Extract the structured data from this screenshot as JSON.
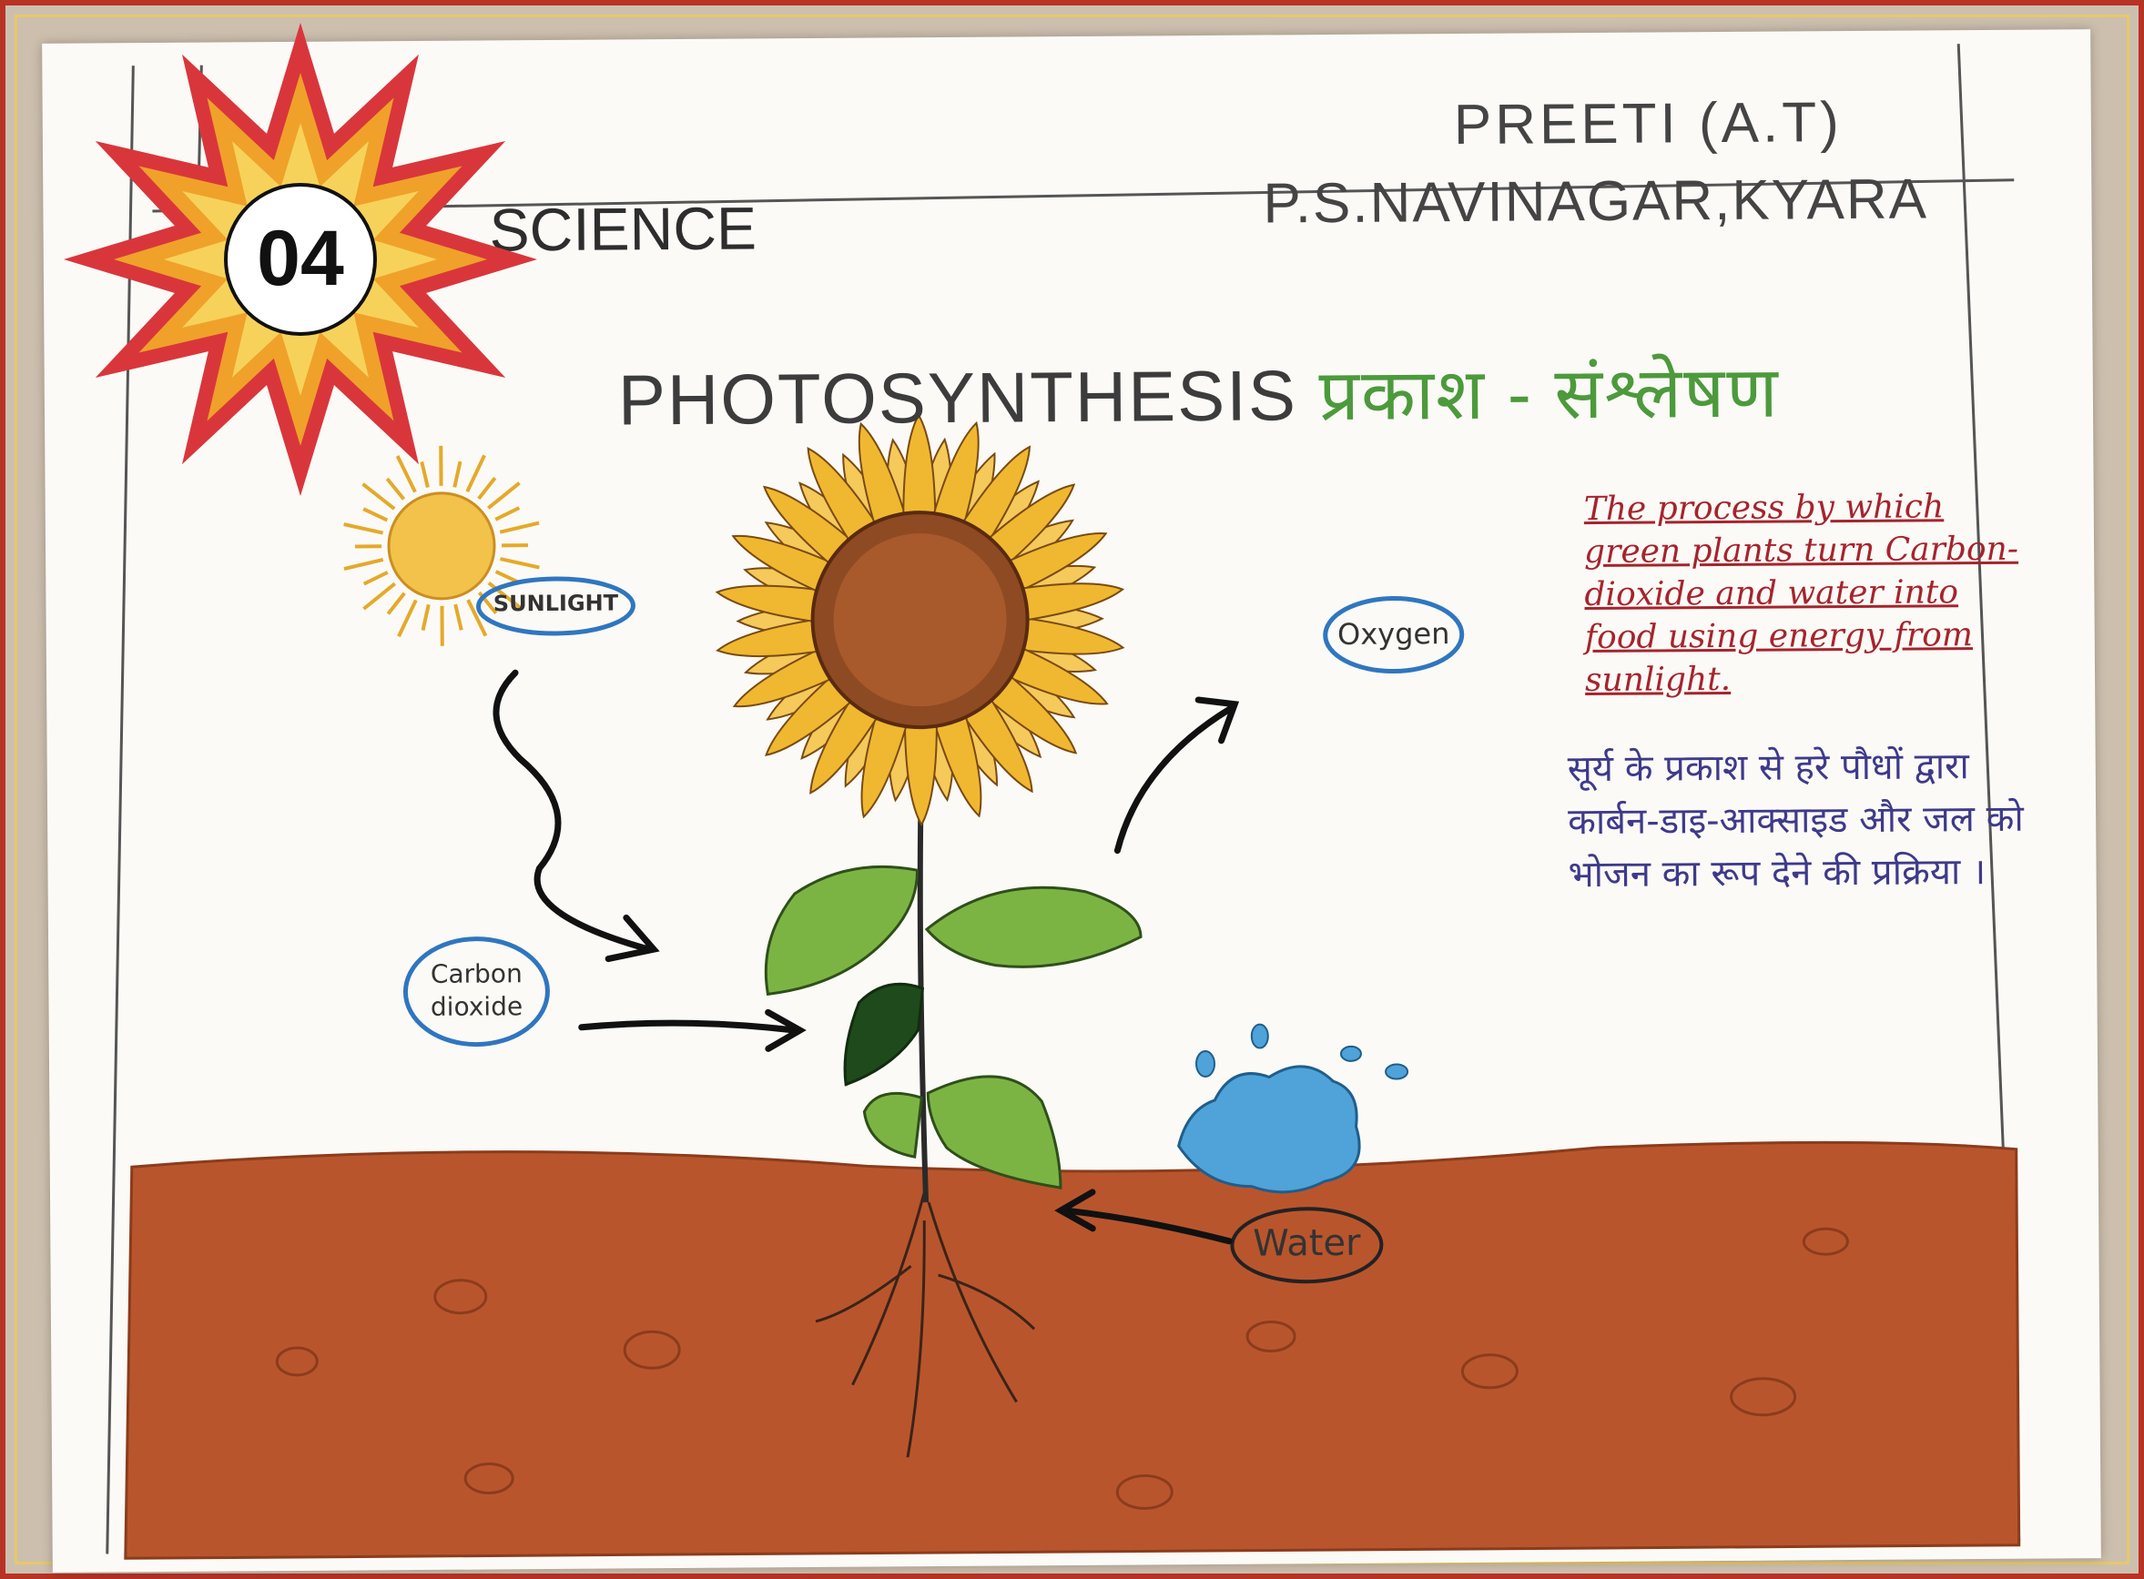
{
  "badge": {
    "number": "04"
  },
  "header": {
    "subject": "SCIENCE",
    "author": "PREETI (A.T)",
    "school": "P.S.NAVINAGAR,KYARA"
  },
  "title": {
    "english": "PHOTOSYNTHESIS",
    "hindi": "प्रकाश - संश्लेषण"
  },
  "labels": {
    "sunlight": "SUNLIGHT",
    "carbon_dioxide_line1": "Carbon",
    "carbon_dioxide_line2": "dioxide",
    "oxygen": "Oxygen",
    "water": "Water"
  },
  "definition": {
    "english": "The process by which green plants turn Carbon-dioxide and water into food using energy from sunlight.",
    "hindi": "सूर्य के प्रकाश से हरे पौधों द्वारा कार्बन-डाइ-आक्साइड और जल को भोजन का रूप देने की प्रक्रिया ।"
  },
  "colors": {
    "frame": "#b83226",
    "soil": "#b9552d",
    "petal": "#f0b830",
    "center": "#8e4a23",
    "leaf": "#6aa83a",
    "water": "#4fa3d8",
    "label_ring": "#2f76c0"
  }
}
